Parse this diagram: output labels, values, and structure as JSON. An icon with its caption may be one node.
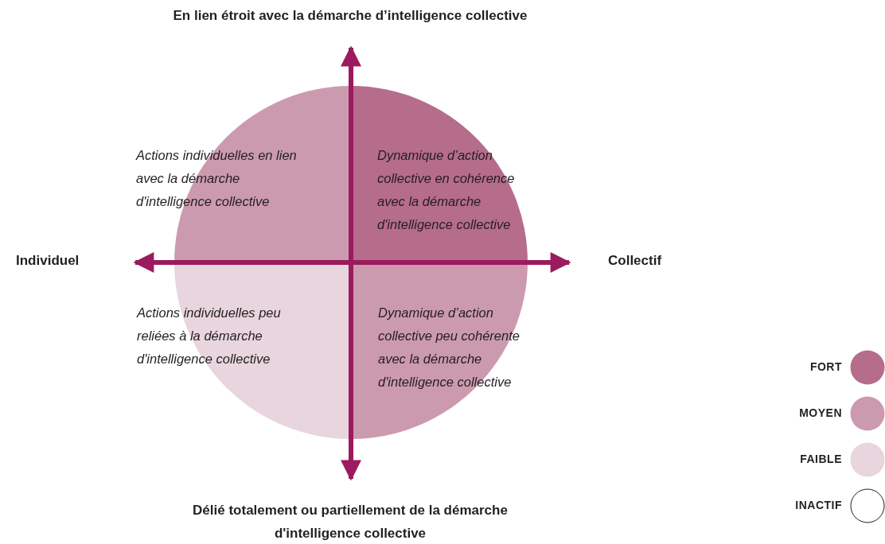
{
  "diagram": {
    "title": "En lien étroit avec la démarche d’intelligence collective",
    "nodes": [
      {
        "text": [
          "Actions individuelles en lien avec la démarche d'intelligence collective"
        ]
      },
      {
        "text": [
          "Dynamique d’action collective en cohérence avec la démarche d'intelligence collective"
        ]
      },
      {
        "text": [
          "Actions individuelles peu reliées à la démarche d'intelligence collective"
        ]
      },
      {
        "text": [
          "Dynamique d’action collective peu cohérente avec la démarche d'intelligence collective"
        ]
      }
    ],
    "labels": [
      "Individuel",
      "Collectif",
      "Délié totalement ou partiellement de la démarche d'intelligence collective"
    ],
    "legend": [
      {
        "text": "FORT",
        "color": "#b66c8b"
      },
      {
        "text": "MOYEN",
        "color": "#cc9aae"
      },
      {
        "text": "FAIBLE",
        "color": "#e8d5dd"
      },
      {
        "text": "INACTIF"
      }
    ]
  }
}
